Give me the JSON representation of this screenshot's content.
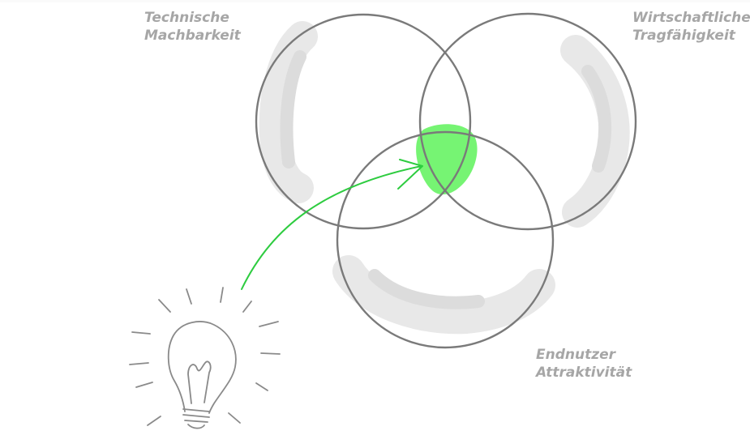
{
  "diagram": {
    "labels": {
      "technisch": {
        "line1": "Technische",
        "line2": "Machbarkeit"
      },
      "wirtschaft": {
        "line1": "Wirtschaftliche",
        "line2": "Tragfähigkeit"
      },
      "nutzer": {
        "line1": "Endnutzer",
        "line2": "Attraktivität"
      }
    },
    "colors": {
      "circle_stroke": "#7a7a7a",
      "shadow": "#e6e6e6",
      "highlight": "#6ff36b",
      "arrow": "#2ecc40",
      "bulb": "#8a8a8a",
      "label": "#a6a6a6"
    },
    "icons": [
      "lightbulb-icon",
      "arrow-icon"
    ]
  }
}
